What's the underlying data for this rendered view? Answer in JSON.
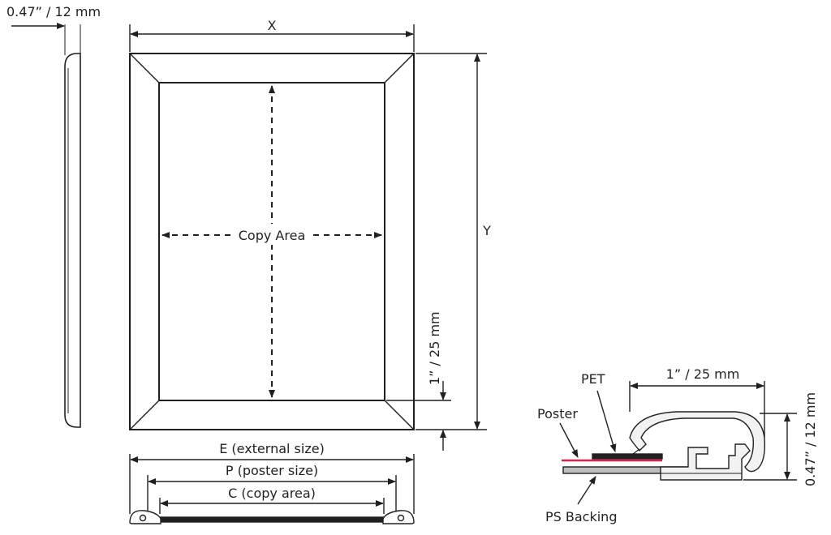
{
  "labels": {
    "side_thickness": "0.47” / 12 mm",
    "width": "X",
    "height": "Y",
    "copy_area": "Copy Area",
    "border_width": "1” / 25 mm",
    "external_size": "E (external size)",
    "poster_size": "P (poster size)",
    "copy_area_size": "C (copy area)",
    "profile_width": "1” / 25 mm",
    "profile_thickness": "0.47” / 12 mm",
    "pet": "PET",
    "poster": "Poster",
    "ps_backing": "PS Backing"
  },
  "colors": {
    "line": "#231f20",
    "poster": "#e0204a",
    "backing": "#bfbfbf",
    "profile": "#f2f2f2"
  }
}
